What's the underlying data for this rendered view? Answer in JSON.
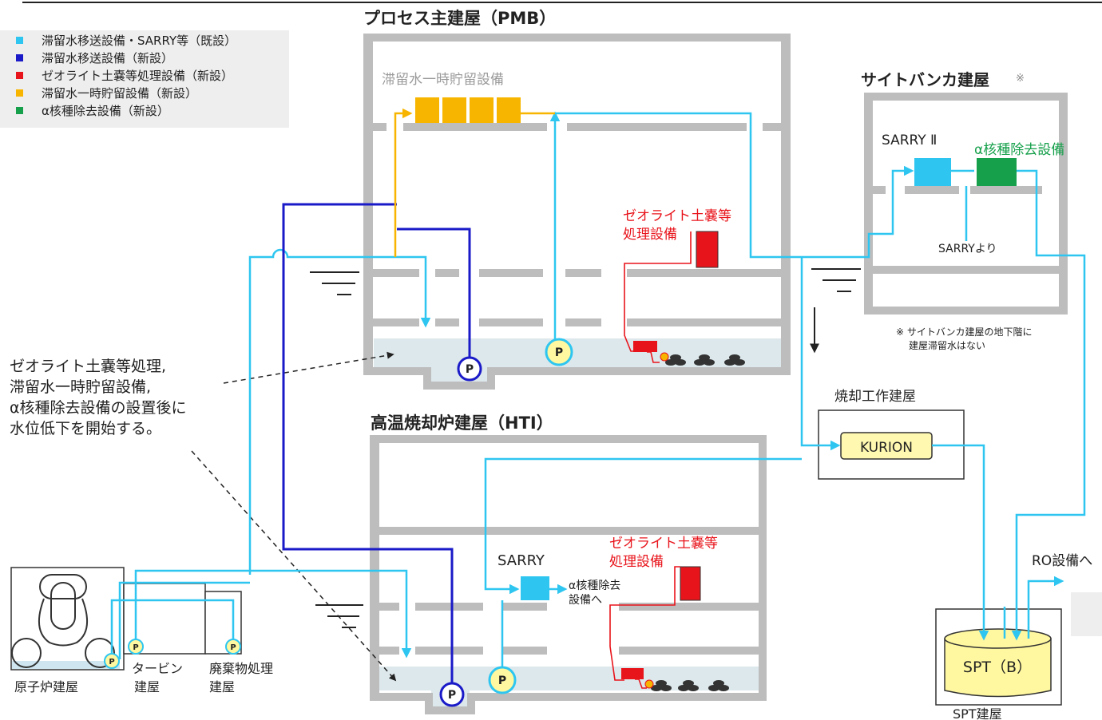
{
  "colors": {
    "existing_transfer": "#2ec6f0",
    "new_transfer": "#1a1ac8",
    "zeolite": "#e8141b",
    "temp_storage": "#f7b500",
    "alpha_removal": "#16a04b",
    "wall": "#bdbdbd",
    "water": "#dde8ec"
  },
  "legend": [
    {
      "label": "滞留水移送設備・SARRY等（既設）",
      "color": "#2ec6f0"
    },
    {
      "label": "滞留水移送設備（新設）",
      "color": "#1a1ac8"
    },
    {
      "label": "ゼオライト土嚢等処理設備（新設）",
      "color": "#e8141b"
    },
    {
      "label": "滞留水一時貯留設備（新設）",
      "color": "#f7b500"
    },
    {
      "label": "α核種除去設備（新設）",
      "color": "#16a04b"
    }
  ],
  "pmb": {
    "title": "プロセス主建屋（PMB）",
    "storage_label": "滞留水一時貯留設備",
    "zeolite_label_1": "ゼオライト土嚢等",
    "zeolite_label_2": "処理設備",
    "pump": "P"
  },
  "site_bunker": {
    "title": "サイトバンカ建屋",
    "title_mark": "※",
    "sarry2": "SARRY Ⅱ",
    "alpha": "α核種除去設備",
    "from_sarry": "SARRYより",
    "note_1": "※ サイトバンカ建屋の地下階に",
    "note_2": "建屋滞留水はない"
  },
  "incineration": {
    "title": "焼却工作建屋",
    "kurion": "KURION"
  },
  "hti": {
    "title": "高温焼却炉建屋（HTI）",
    "sarry": "SARRY",
    "to_alpha_1": "α核種除去",
    "to_alpha_2": "設備へ",
    "zeolite_label_1": "ゼオライト土嚢等",
    "zeolite_label_2": "処理設備",
    "pump": "P"
  },
  "annotation": {
    "line1": "ゼオライト土嚢等処理,",
    "line2": "滞留水一時貯留設備,",
    "line3": "α核種除去設備の設置後に",
    "line4": "水位低下を開始する。"
  },
  "reactor": {
    "label": "原子炉建屋"
  },
  "turbine": {
    "label1": "タービン",
    "label2": "建屋"
  },
  "waste": {
    "label1": "廃棄物処理",
    "label2": "建屋"
  },
  "spt": {
    "tank": "SPT（B）",
    "building": "SPT建屋",
    "to_ro": "RO設備へ"
  }
}
